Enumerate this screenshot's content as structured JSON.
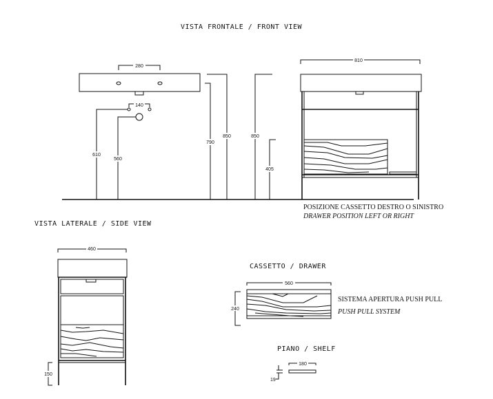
{
  "titles": {
    "front_view": "VISTA FRONTALE / FRONT VIEW",
    "side_view": "VISTA LATERALE / SIDE VIEW",
    "drawer": "CASSETTO / DRAWER",
    "shelf": "PIANO / SHELF"
  },
  "dimensions": {
    "tap_holes_spacing": "280",
    "wall_taps_spacing": "140",
    "tap_height": "610",
    "drain_height": "560",
    "basin_underside_height": "790",
    "basin_top_height_left": "850",
    "basin_top_height_right": "850",
    "shelf_height": "405",
    "unit_width": "810",
    "unit_depth": "460",
    "leg_clearance": "150",
    "drawer_width": "560",
    "drawer_height": "240",
    "shelf_width": "180",
    "shelf_thickness": "19"
  },
  "notes": {
    "drawer_position_it": "POSIZIONE CASSETTO DESTRO O SINISTRO",
    "drawer_position_en": "DRAWER POSITION LEFT OR RIGHT",
    "push_pull_it": "SISTEMA APERTURA PUSH PULL",
    "push_pull_en": "PUSH PULL SYSTEM"
  }
}
